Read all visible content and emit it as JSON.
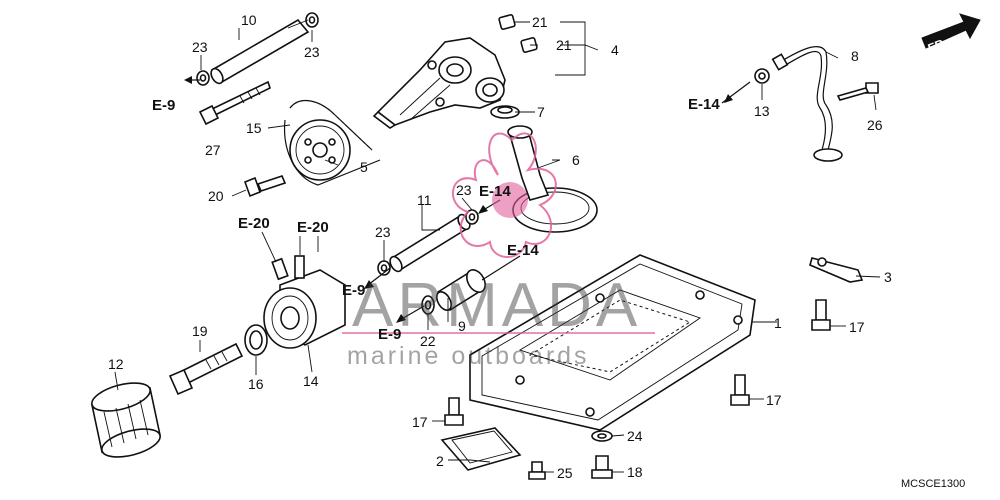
{
  "part_numbers": {
    "n1": "1",
    "n2": "2",
    "n3": "3",
    "n4": "4",
    "n5": "5",
    "n6": "6",
    "n7": "7",
    "n8": "8",
    "n9": "9",
    "n10": "10",
    "n11": "11",
    "n12": "12",
    "n13": "13",
    "n14": "14",
    "n15": "15",
    "n16": "16",
    "n17a": "17",
    "n17b": "17",
    "n17c": "17",
    "n18": "18",
    "n19": "19",
    "n20": "20",
    "n21a": "21",
    "n21b": "21",
    "n22": "22",
    "n23a": "23",
    "n23b": "23",
    "n23c": "23",
    "n23d": "23",
    "n24": "24",
    "n25": "25",
    "n26": "26",
    "n27": "27"
  },
  "references": {
    "e9_left": "E-9",
    "e9_mid": "E-9",
    "e9_low": "E-9",
    "e14_right": "E-14",
    "e14_center": "E-14",
    "e14_mid": "E-14",
    "e20_left": "E-20",
    "e20_right": "E-20"
  },
  "direction_label": "FR.",
  "diagram_code": "MCSCE1300",
  "watermark": {
    "brand": "ARMADA",
    "tagline": "marine outboards",
    "accent_color": "#e0609a"
  },
  "colors": {
    "line": "#111111",
    "background": "#ffffff",
    "watermark_text": "#3a3a3a"
  }
}
